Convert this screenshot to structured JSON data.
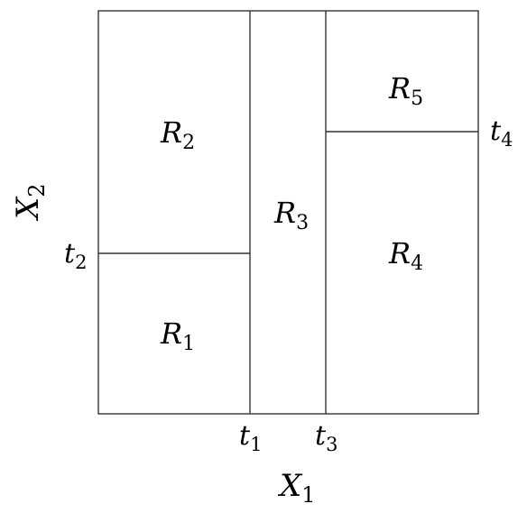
{
  "diagram": {
    "axes": {
      "x_label": {
        "var": "X",
        "sub": "1"
      },
      "y_label": {
        "var": "X",
        "sub": "2"
      }
    },
    "thresholds": [
      {
        "id": "t1",
        "var": "t",
        "sub": "1",
        "axis": "x"
      },
      {
        "id": "t2",
        "var": "t",
        "sub": "2",
        "axis": "y"
      },
      {
        "id": "t3",
        "var": "t",
        "sub": "3",
        "axis": "x"
      },
      {
        "id": "t4",
        "var": "t",
        "sub": "4",
        "axis": "y"
      }
    ],
    "regions": [
      {
        "id": "R1",
        "var": "R",
        "sub": "1"
      },
      {
        "id": "R2",
        "var": "R",
        "sub": "2"
      },
      {
        "id": "R3",
        "var": "R",
        "sub": "3"
      },
      {
        "id": "R4",
        "var": "R",
        "sub": "4"
      },
      {
        "id": "R5",
        "var": "R",
        "sub": "5"
      }
    ]
  }
}
